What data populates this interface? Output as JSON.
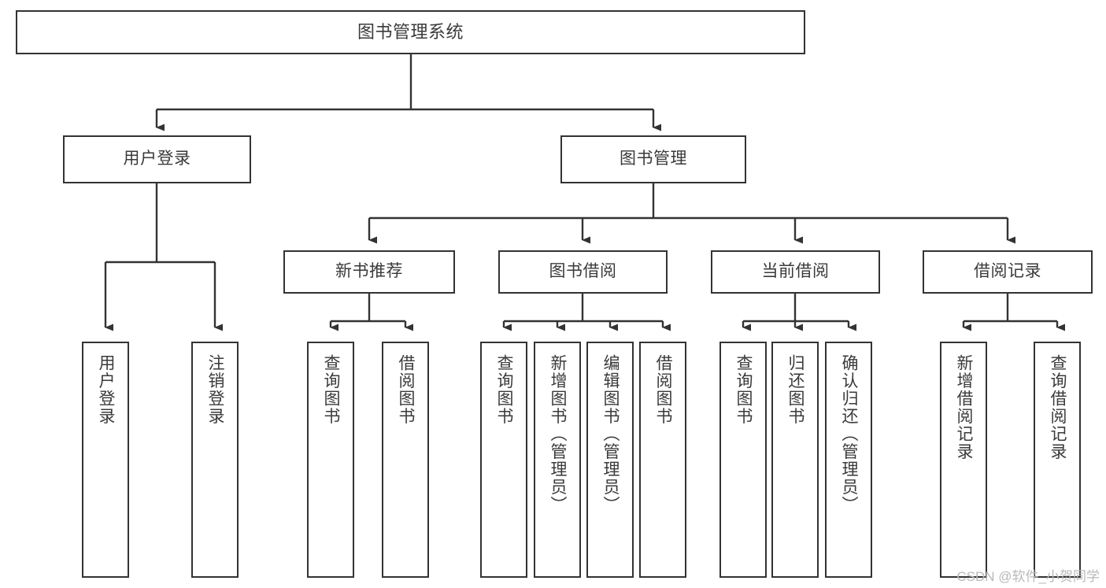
{
  "diagram": {
    "title": "图书管理系统",
    "watermark": "CSDN @软件_小贺同学",
    "stroke_color": "#333333",
    "text_color": "#3a3a3a",
    "background_color": "#ffffff"
  },
  "nodes": {
    "root": {
      "label": "图书管理系统"
    },
    "level1": [
      {
        "label": "用户登录"
      },
      {
        "label": "图书管理"
      }
    ],
    "level2": [
      {
        "label": "新书推荐"
      },
      {
        "label": "图书借阅"
      },
      {
        "label": "当前借阅"
      },
      {
        "label": "借阅记录"
      }
    ],
    "leaves_user_login": [
      {
        "label": "用户登录"
      },
      {
        "label": "注销登录"
      }
    ],
    "leaves_new_book": [
      {
        "label": "查询图书"
      },
      {
        "label": "借阅图书"
      }
    ],
    "leaves_borrow": [
      {
        "label": "查询图书"
      },
      {
        "label": "新增图书（管理员）"
      },
      {
        "label": "编辑图书（管理员）"
      },
      {
        "label": "借阅图书"
      }
    ],
    "leaves_current": [
      {
        "label": "查询图书"
      },
      {
        "label": "归还图书"
      },
      {
        "label": "确认归还（管理员）"
      }
    ],
    "leaves_record": [
      {
        "label": "新增借阅记录"
      },
      {
        "label": "查询借阅记录"
      }
    ]
  }
}
